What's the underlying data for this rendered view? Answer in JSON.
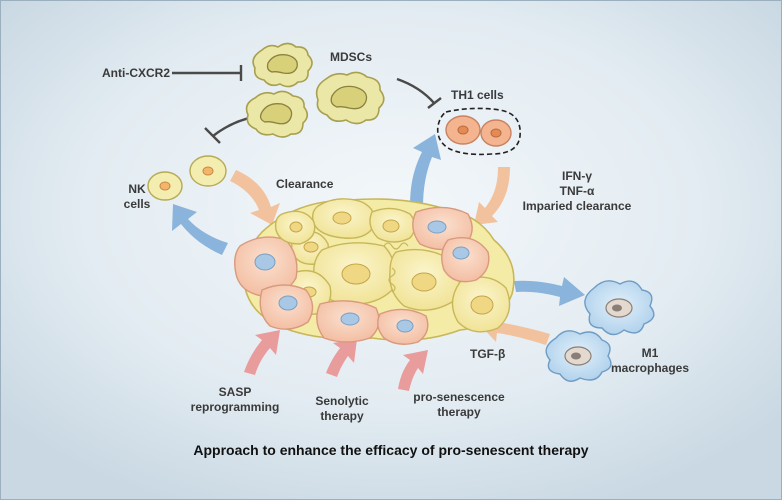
{
  "labels": {
    "mdscs": "MDSCs",
    "anti_cxcr2": "Anti-CXCR2",
    "th1_cells": "TH1 cells",
    "nk_line1": "NK",
    "nk_line2": "cells",
    "clearance": "Clearance",
    "ifn": "IFN-γ",
    "tnf": "TNF-α",
    "impaired": "Imparied clearance",
    "tgf": "TGF-β",
    "m1_line1": "M1",
    "m1_line2": "macrophages",
    "sasp_line1": "SASP",
    "sasp_line2": "reprogramming",
    "senolytic_line1": "Senolytic",
    "senolytic_line2": "therapy",
    "prosen_line1": "pro-senescence",
    "prosen_line2": "therapy"
  },
  "title": "Approach to enhance the efficacy of pro-senescent therapy",
  "colors": {
    "background_center": "#f1f6f9",
    "background_edge": "#cfdce6",
    "frame_border": "#9ab0bf",
    "senescent_cell_fill": "#f4eba6",
    "senescent_cell_stroke": "#c8b75a",
    "tumor_cell_fill": "#f6c8ad",
    "tumor_cell_stroke": "#d89a7e",
    "nucleus_blue": "#a8c8e6",
    "mdsc_fill": "#e3df95",
    "macrophage_fill": "#c3dff2",
    "blue_arrow": "#8ab4dc",
    "pink_arrow": "#e99c9c",
    "peach_arrow": "#f2c29e",
    "inhibition_line": "#4a4a4a",
    "text": "#3a3a3a"
  }
}
